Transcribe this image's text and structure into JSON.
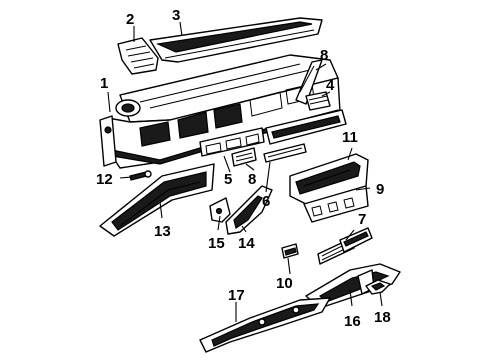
{
  "diagram": {
    "callouts": [
      {
        "id": "1",
        "label": "1"
      },
      {
        "id": "2",
        "label": "2"
      },
      {
        "id": "3",
        "label": "3"
      },
      {
        "id": "4",
        "label": "4"
      },
      {
        "id": "5",
        "label": "5"
      },
      {
        "id": "6",
        "label": "6"
      },
      {
        "id": "7",
        "label": "7"
      },
      {
        "id": "8a",
        "label": "8"
      },
      {
        "id": "8b",
        "label": "8"
      },
      {
        "id": "9",
        "label": "9"
      },
      {
        "id": "10",
        "label": "10"
      },
      {
        "id": "11",
        "label": "11"
      },
      {
        "id": "12",
        "label": "12"
      },
      {
        "id": "13",
        "label": "13"
      },
      {
        "id": "14",
        "label": "14"
      },
      {
        "id": "15",
        "label": "15"
      },
      {
        "id": "16",
        "label": "16"
      },
      {
        "id": "17",
        "label": "17"
      },
      {
        "id": "18",
        "label": "18"
      }
    ]
  }
}
